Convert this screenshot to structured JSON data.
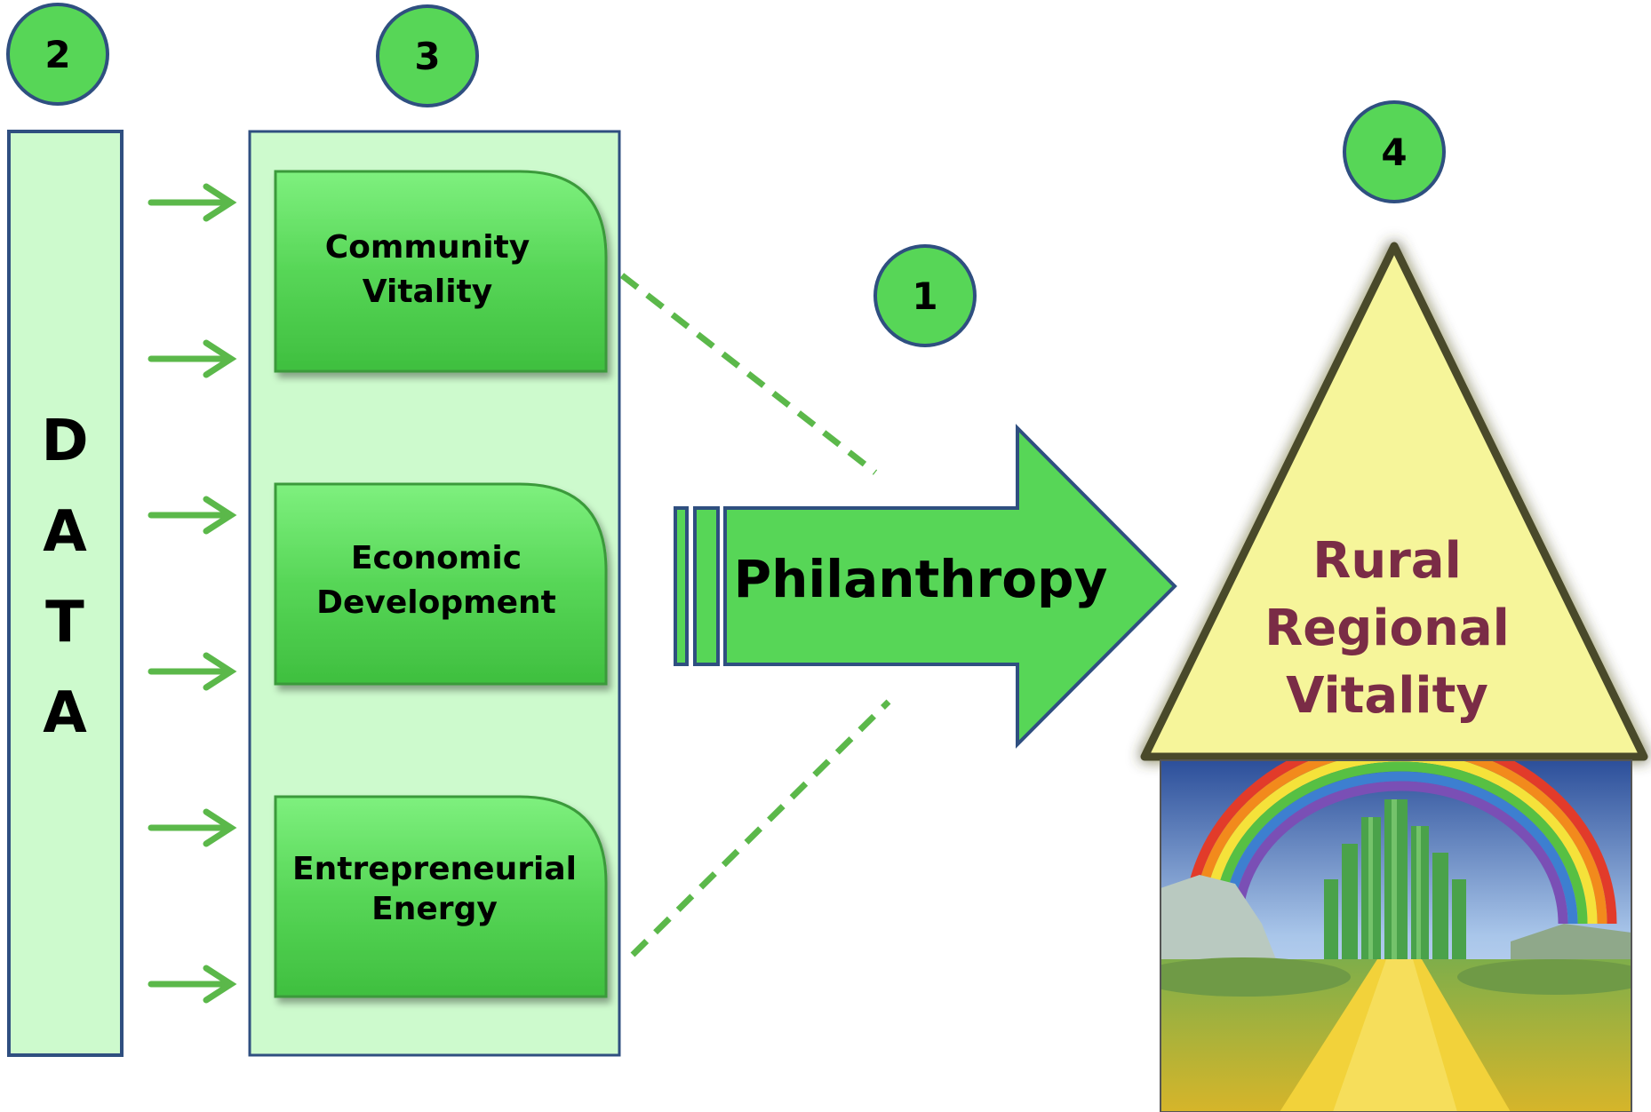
{
  "data_bar": {
    "letters": [
      "D",
      "A",
      "T",
      "A"
    ]
  },
  "badges": {
    "b1": "1",
    "b2": "2",
    "b3": "3",
    "b4": "4"
  },
  "boxes": [
    {
      "line1": "Community",
      "line2": "Vitality"
    },
    {
      "line1": "Economic",
      "line2": "Development"
    },
    {
      "line1": "Entrepreneurial",
      "line2": "Energy"
    }
  ],
  "arrow": {
    "label": "Philanthropy"
  },
  "triangle": {
    "line1": "Rural",
    "line2": "Regional",
    "line3": "Vitality"
  },
  "colors": {
    "green": "#57d657",
    "light_green": "#cdfacd",
    "outline_blue": "#2f4f80",
    "arrow_green": "#5bb84a",
    "triangle_fill": "#f6f59a",
    "triangle_text": "#7a2c46"
  }
}
